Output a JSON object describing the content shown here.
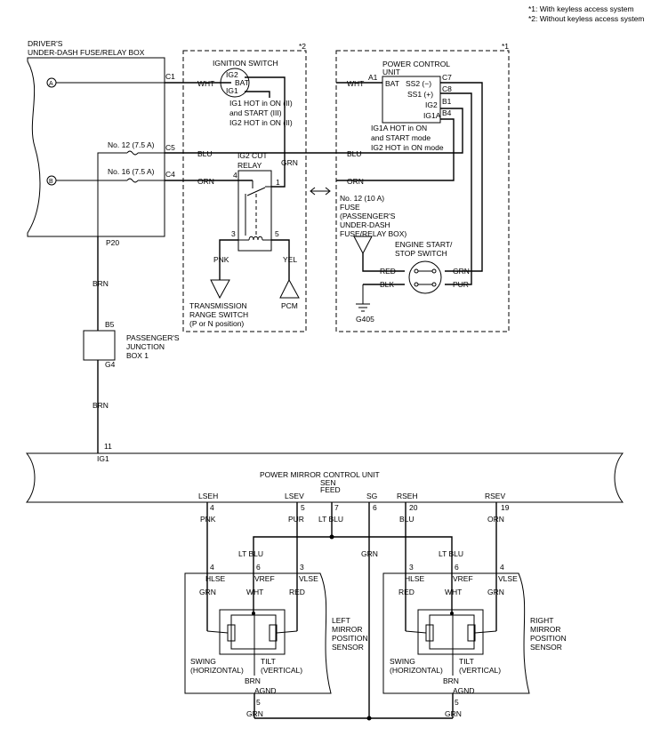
{
  "notes": [
    "*1: With keyless access system",
    "*2: Without keyless access system"
  ],
  "fuse_box": {
    "title1": "DRIVER'S",
    "title2": "UNDER-DASH FUSE/RELAY BOX",
    "input_a": "A",
    "input_b": "B",
    "fuse12": "No. 12 (7.5 A)",
    "fuse16": "No. 16 (7.5 A)",
    "c1": "C1",
    "c5": "C5",
    "c4": "C4",
    "p20": "P20"
  },
  "wires": {
    "wht": "WHT",
    "blu": "BLU",
    "orn": "ORN",
    "grn": "GRN",
    "brn": "BRN",
    "pnk": "PNK",
    "yel": "YEL",
    "red": "RED",
    "blk": "BLK",
    "pur": "PUR",
    "lt_blu": "LT BLU"
  },
  "box2": {
    "mark": "*2",
    "ignition_switch": "IGNITION SWITCH",
    "ig2": "IG2",
    "bat": "BAT",
    "ig1": "IG1",
    "desc1": "IG1 HOT in ON (II)",
    "desc2": "and START (III)",
    "desc3": "IG2 HOT in ON (II)",
    "relay1": "IG2 CUT",
    "relay2": "RELAY",
    "pin4": "4",
    "pin1": "1",
    "pin3": "3",
    "pin5": "5",
    "trs1": "TRANSMISSION",
    "trs2": "RANGE SWITCH",
    "trs3": "(P or N position)",
    "pcm": "PCM"
  },
  "box1": {
    "mark": "*1",
    "pcu1": "POWER CONTROL",
    "pcu2": "UNIT",
    "a1": "A1",
    "bat": "BAT",
    "ss2": "SS2 (−)",
    "ss1": "SS1 (+)",
    "ig2": "IG2",
    "ig1a": "IG1A",
    "c7": "C7",
    "c8": "C8",
    "b1": "B1",
    "b4": "B4",
    "desc1": "IG1A HOT in ON",
    "desc2": "and START mode",
    "desc3": "IG2 HOT in ON mode",
    "fuse1": "No. 12 (10 A)",
    "fuse2": "FUSE",
    "fuse3": "(PASSENGER'S",
    "fuse4": "UNDER-DASH",
    "fuse5": "FUSE/RELAY BOX)",
    "ess1": "ENGINE START/",
    "ess2": "STOP SWITCH",
    "ground": "G405"
  },
  "junction": {
    "b5": "B5",
    "g4": "G4",
    "label1": "PASSENGER'S",
    "label2": "JUNCTION",
    "label3": "BOX 1"
  },
  "mirror_unit": {
    "pin11": "11",
    "ig1": "IG1",
    "title": "POWER MIRROR CONTROL UNIT",
    "lseh": "LSEH",
    "lsev": "LSEV",
    "sen1": "SEN",
    "sen2": "FEED",
    "sg": "SG",
    "rseh": "RSEH",
    "rsev": "RSEV",
    "p4": "4",
    "p5": "5",
    "p7": "7",
    "p6": "6",
    "p20": "20",
    "p19": "19"
  },
  "left_sensor": {
    "p4": "4",
    "p6": "6",
    "p3": "3",
    "hlse": "HLSE",
    "vref": "VREF",
    "vlse": "VLSE",
    "label1": "LEFT",
    "label2": "MIRROR",
    "label3": "POSITION",
    "label4": "SENSOR",
    "swing1": "SWING",
    "swing2": "(HORIZONTAL)",
    "tilt1": "TILT",
    "tilt2": "(VERTICAL)",
    "agnd": "AGND",
    "p5": "5"
  },
  "right_sensor": {
    "p3": "3",
    "p6": "6",
    "p4": "4",
    "hlse": "HLSE",
    "vref": "VREF",
    "vlse": "VLSE",
    "label1": "RIGHT",
    "label2": "MIRROR",
    "label3": "POSITION",
    "label4": "SENSOR",
    "swing1": "SWING",
    "swing2": "(HORIZONTAL)",
    "tilt1": "TILT",
    "tilt2": "(VERTICAL)",
    "agnd": "AGND",
    "p5": "5"
  }
}
